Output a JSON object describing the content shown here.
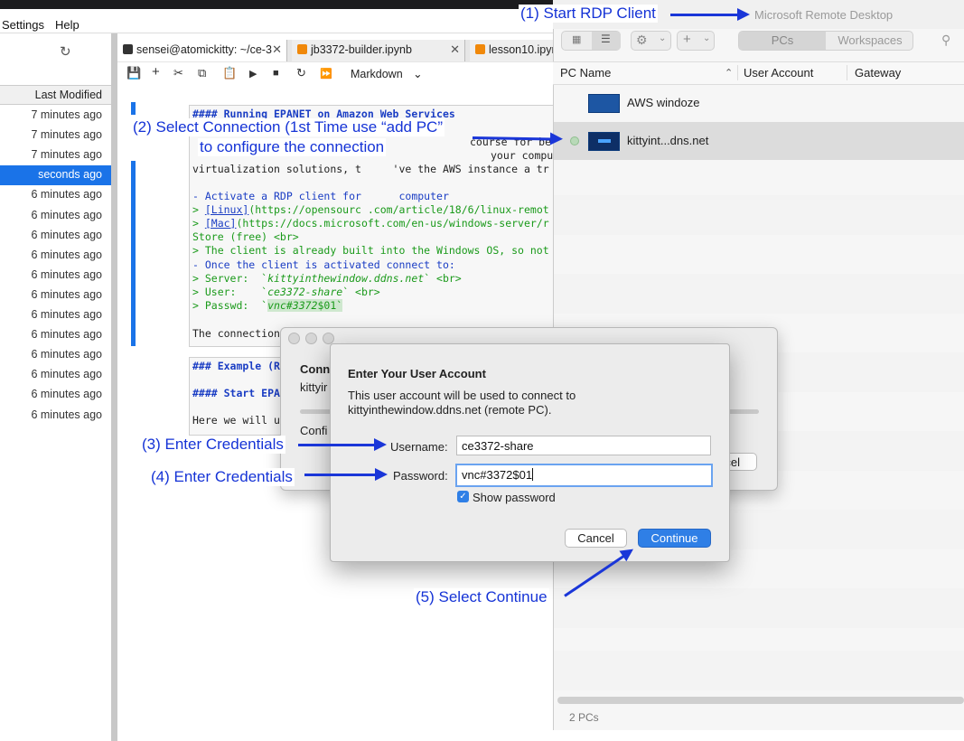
{
  "menubar": {
    "items": [
      "Settings",
      "Help"
    ]
  },
  "filebrowser": {
    "column_header": "Last Modified",
    "rows": [
      {
        "modified": "7 minutes ago",
        "selected": false
      },
      {
        "modified": "7 minutes ago",
        "selected": false
      },
      {
        "modified": "7 minutes ago",
        "selected": false
      },
      {
        "modified": "seconds ago",
        "selected": true
      },
      {
        "modified": "6 minutes ago",
        "selected": false
      },
      {
        "modified": "6 minutes ago",
        "selected": false
      },
      {
        "modified": "6 minutes ago",
        "selected": false
      },
      {
        "modified": "6 minutes ago",
        "selected": false
      },
      {
        "modified": "6 minutes ago",
        "selected": false
      },
      {
        "modified": "6 minutes ago",
        "selected": false
      },
      {
        "modified": "6 minutes ago",
        "selected": false
      },
      {
        "modified": "6 minutes ago",
        "selected": false
      },
      {
        "modified": "6 minutes ago",
        "selected": false
      },
      {
        "modified": "6 minutes ago",
        "selected": false
      },
      {
        "modified": "6 minutes ago",
        "selected": false
      },
      {
        "modified": "6 minutes ago",
        "selected": false
      }
    ]
  },
  "tabs": [
    {
      "label": "sensei@atomickitty: ~/ce-3",
      "icon": "terminal-icon",
      "active": true
    },
    {
      "label": "jb3372-builder.ipynb",
      "icon": "notebook-icon",
      "active": false
    },
    {
      "label": "lesson10.ipynb",
      "icon": "notebook-icon",
      "active": false
    }
  ],
  "toolbar": {
    "cell_type": "Markdown"
  },
  "notebook": {
    "line_h1": "#### Running EPANET on Amazon Web Services",
    "line_course": "course for be",
    "line_your": "your compute",
    "line_virt": "virtualization solutions, t     've the AWS instance a tr",
    "line_activate": "- Activate a RDP client for      computer",
    "line_linux_pre": "> ",
    "line_linux_link": "[Linux]",
    "line_linux_rest": "(https://opensourc .com/article/18/6/linux-remot",
    "line_mac_pre": "> ",
    "line_mac_link": "[Mac]",
    "line_mac_rest": "(https://docs.microsoft.com/en-us/windows-server/r",
    "line_store": "Store (free) <br>",
    "line_client": "> The client is already built into the Windows OS, so not",
    "line_once": "- Once the client is activated connect to:",
    "line_server_pre": "> Server:  `",
    "line_server_val": "kittyinthewindow.ddns.net",
    "line_server_post": "` <br>",
    "line_user_pre": "> User:    `",
    "line_user_val": "ce3372-share",
    "line_user_post": "` <br>",
    "line_pass_pre": "> Passwd:  `",
    "line_pass_val": "vnc#3372",
    "line_pass_post": "$01`",
    "line_conn": "The connection",
    "line_example": "### Example (R",
    "line_start": "#### Start EPA",
    "line_here": "Here we will u"
  },
  "rdp": {
    "title": "Microsoft Remote Desktop",
    "seg_pcs": "PCs",
    "seg_workspaces": "Workspaces",
    "col_pcname": "PC Name",
    "col_user": "User Account",
    "col_gateway": "Gateway",
    "pcs": [
      {
        "name": "AWS windoze",
        "selected": false,
        "status": ""
      },
      {
        "name": "kittyint...dns.net",
        "selected": true,
        "status": "connected-dot"
      }
    ],
    "footer": "2 PCs"
  },
  "bgdialog": {
    "title": "Conn",
    "host": "kittyir",
    "progress_label": "Confi",
    "cancel_label": "cel"
  },
  "dialog": {
    "title": "Enter Your User Account",
    "message_line1": "This user account will be used to connect to",
    "message_line2": "kittyinthewindow.ddns.net (remote PC).",
    "username_label": "Username:",
    "username_value": "ce3372-share",
    "password_label": "Password:",
    "password_value": "vnc#3372$01",
    "show_password_label": "Show password",
    "show_password_checked": true,
    "cancel_label": "Cancel",
    "continue_label": "Continue"
  },
  "annotations": {
    "step1": "(1) Start RDP Client",
    "step2_line1": "(2) Select Connection (1st Time use “add PC”",
    "step2_line2": "to configure the connection",
    "step3": "(3) Enter Credentials",
    "step4": "(4) Enter Credentials",
    "step5": "(5) Select Continue"
  },
  "colors": {
    "accent": "#1a73e8",
    "annotation": "#1533d6",
    "continue_button": "#2f7fe6",
    "markdown_heading": "#1a3dc4",
    "markdown_quote": "#1a9a1a"
  }
}
